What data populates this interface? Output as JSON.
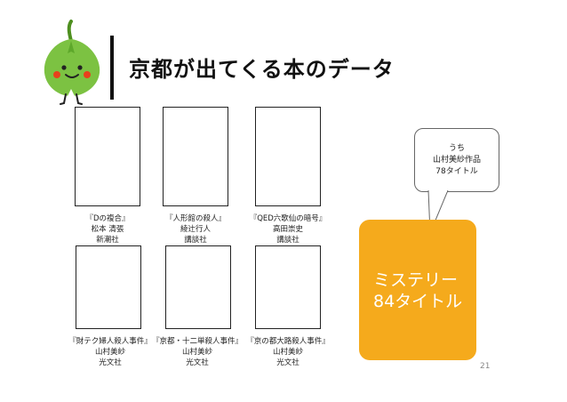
{
  "slide": {
    "title": "京都が出てくる本のデータ",
    "page_number": "21"
  },
  "books": [
    {
      "title": "『Dの複合』",
      "author": "松本 清張",
      "publisher": "新潮社"
    },
    {
      "title": "『人形館の殺人』",
      "author": "綾辻行人",
      "publisher": "講談社"
    },
    {
      "title": "『QED六歌仙の暗号』",
      "author": "高田崇史",
      "publisher": "講談社"
    },
    {
      "title": "『財テク婦人殺人事件』",
      "author": "山村美紗",
      "publisher": "光文社"
    },
    {
      "title": "『京都・十二単殺人事件』",
      "author": "山村美紗",
      "publisher": "光文社"
    },
    {
      "title": "『京の都大路殺人事件』",
      "author": "山村美紗",
      "publisher": "光文社"
    }
  ],
  "bubble": {
    "line1": "うち",
    "line2": "山村美紗作品",
    "line3": "78タイトル"
  },
  "callout": {
    "line1": "ミステリー",
    "line2": "84タイトル"
  },
  "colors": {
    "callout": "#f5aa1c",
    "mascot_leaf": "#7cc242"
  }
}
